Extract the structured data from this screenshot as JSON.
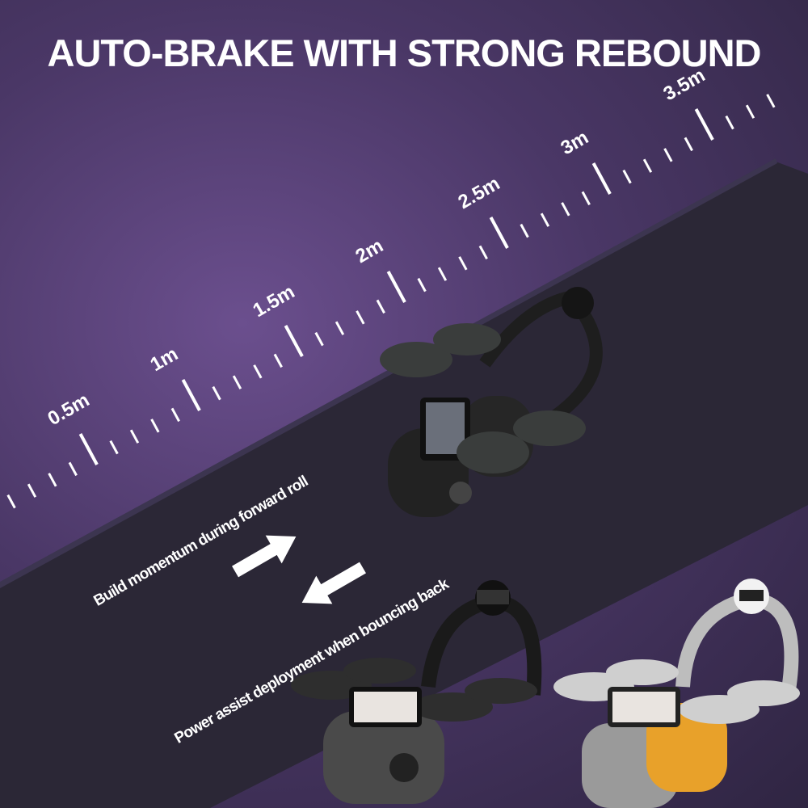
{
  "title": "AUTO-BRAKE WITH STRONG REBOUND",
  "ruler": {
    "labels": [
      "0.5m",
      "1m",
      "1.5m",
      "2m",
      "2.5m",
      "3m",
      "3.5m"
    ]
  },
  "captions": {
    "forward": "Build momentum during forward roll",
    "back": "Power assist deployment when bouncing back"
  },
  "icons": {
    "forward_arrow": "arrow-up-right-icon",
    "back_arrow": "arrow-down-left-icon"
  },
  "colors": {
    "background": "#4a3766",
    "mat": "#2b2736",
    "product_black": "#2a2a2a",
    "product_orange": "#e8a12a",
    "product_gray": "#9a9a9a"
  }
}
